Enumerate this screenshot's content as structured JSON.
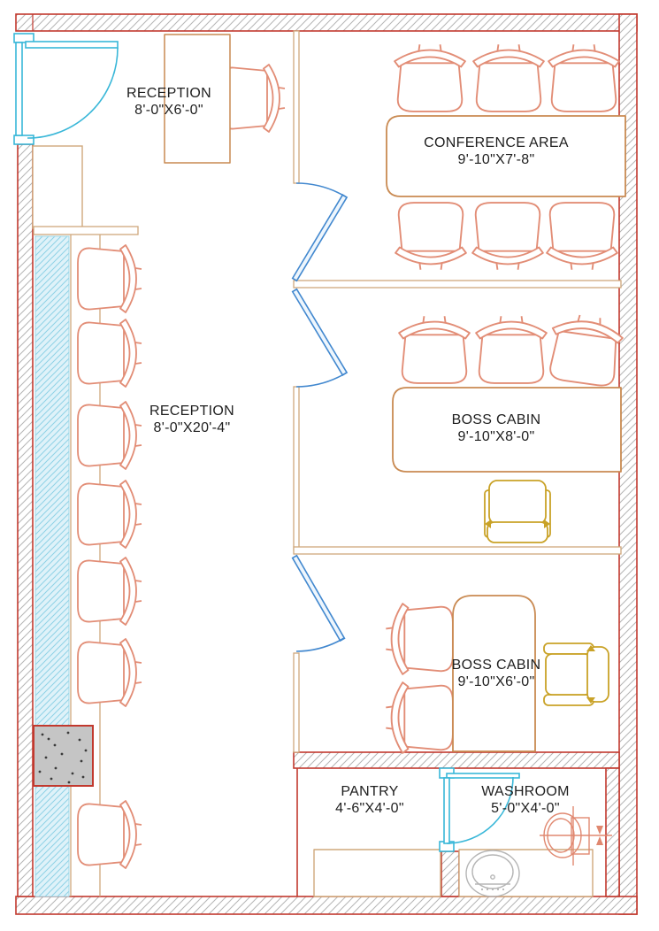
{
  "plan": {
    "type": "office-floor-plan",
    "rooms": [
      {
        "name": "RECEPTION",
        "dims": "8'-0\"X6'-0\""
      },
      {
        "name": "CONFERENCE AREA",
        "dims": "9'-10\"X7'-8\""
      },
      {
        "name": "RECEPTION",
        "dims": "8'-0\"X20'-4\""
      },
      {
        "name": "BOSS CABIN",
        "dims": "9'-10\"X8'-0\""
      },
      {
        "name": "BOSS CABIN",
        "dims": "9'-10\"X6'-0\""
      },
      {
        "name": "PANTRY",
        "dims": "4'-6\"X4'-0\""
      },
      {
        "name": "WASHROOM",
        "dims": "5'-0\"X4'-0\""
      }
    ],
    "furniture_counts": {
      "conference_chairs": 6,
      "boss_cabin_1_visitor_chairs": 3,
      "boss_cabin_1_executive_chairs": 1,
      "boss_cabin_2_visitor_chairs": 2,
      "boss_cabin_2_sofa_chairs": 1,
      "waiting_area_chairs": 7,
      "reception_desk_chairs": 1,
      "doors": 5
    },
    "fixtures": [
      "conference-table",
      "boss-desk",
      "reception-desk",
      "waiting-counter",
      "cabinet",
      "pantry-counter",
      "sink",
      "toilet",
      "concrete-column",
      "glazed-partition"
    ],
    "colors": {
      "wall_border": "#c2392e",
      "wall_hatch": "#b5b5b5",
      "partition": "#cfa87c",
      "furniture": "#c98a52",
      "chair": "#e28d76",
      "door_interior": "#4288cf",
      "door_entry": "#39b7d8",
      "accent_yellow": "#c9a227",
      "glass_strip": "#dff2f9",
      "glass_hatch": "#8fd2e6",
      "column_fill": "#c5c5c5",
      "sink": "#b5b5b5",
      "toilet": "#e08870",
      "text": "#1e1e1e"
    }
  }
}
